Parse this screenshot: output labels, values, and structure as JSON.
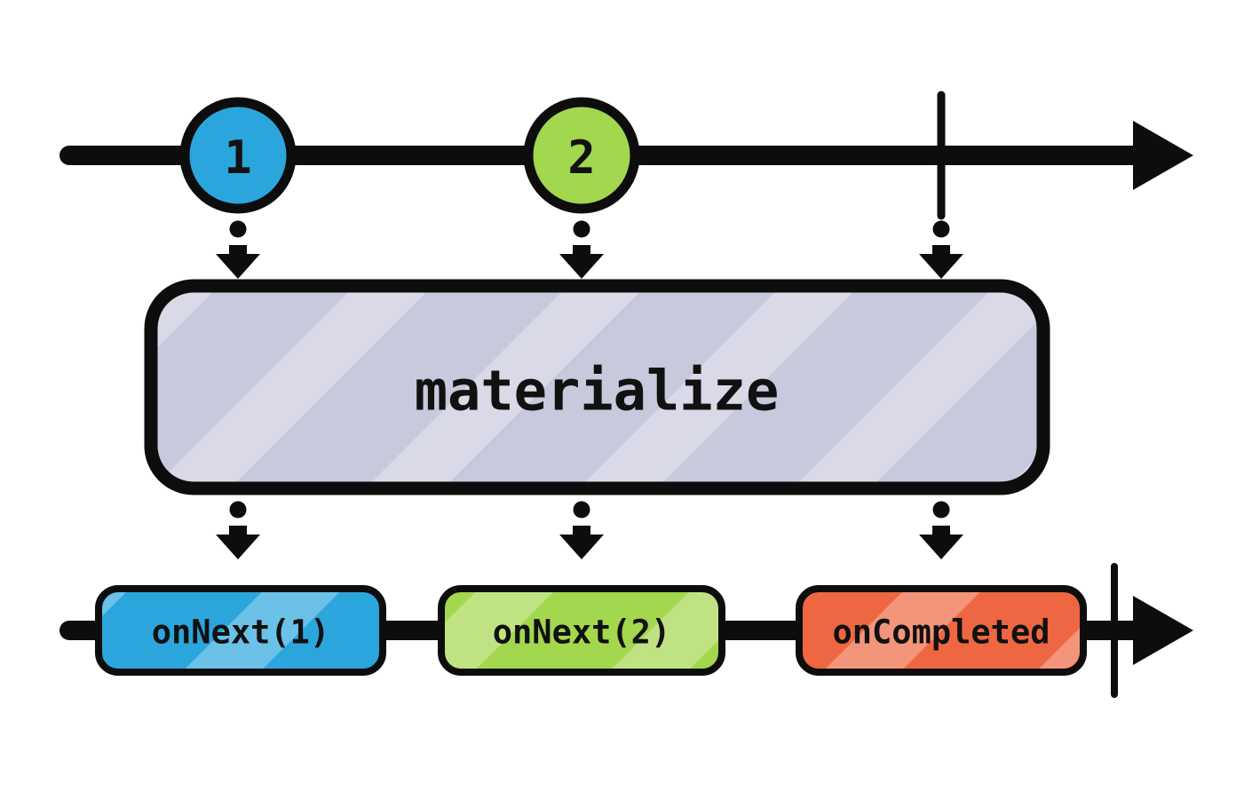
{
  "diagram": {
    "operator_label": "materialize",
    "source_timeline": {
      "marbles": [
        {
          "label": "1",
          "color": "#2BA6DC"
        },
        {
          "label": "2",
          "color": "#A3D74E"
        }
      ],
      "completed": true
    },
    "result_timeline": {
      "events": [
        {
          "label": "onNext(1)",
          "color": "#2BA6DC"
        },
        {
          "label": "onNext(2)",
          "color": "#A3D74E"
        },
        {
          "label": "onCompleted",
          "color": "#EE6742"
        }
      ],
      "completed": true
    },
    "colors": {
      "stroke": "#0d0d0d",
      "operator_box_fill": "#C8C9DD",
      "blue": "#2BA6DC",
      "green": "#A3D74E",
      "orange": "#EE6742"
    }
  }
}
